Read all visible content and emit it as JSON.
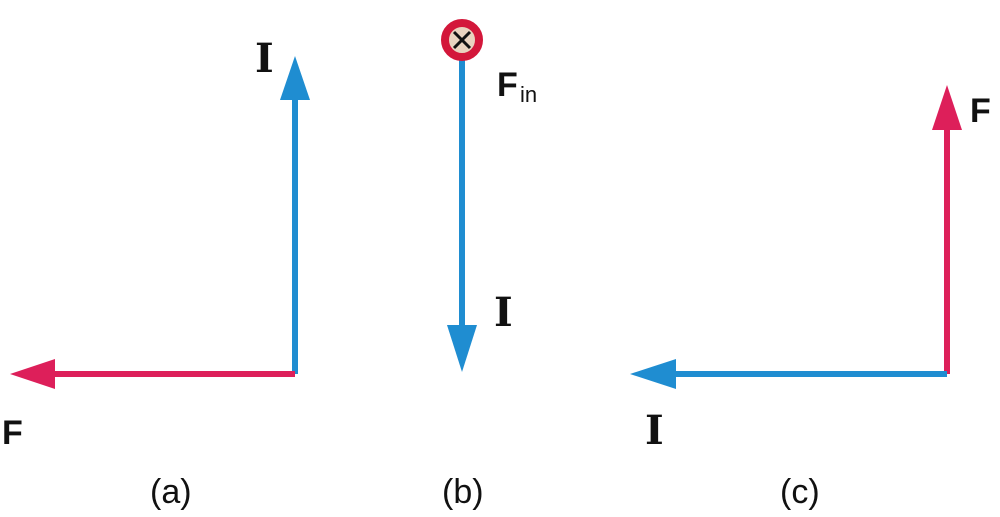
{
  "colors": {
    "current": "#1f8dd1",
    "force": "#dd1f5a",
    "into_page_fill": "#e9d3bf",
    "into_page_ring": "#d3173a",
    "text": "#111111"
  },
  "panels": {
    "a": {
      "caption": "(a)",
      "current_label": "I",
      "force_label": "F"
    },
    "b": {
      "caption": "(b)",
      "current_label": "I",
      "force_label": "F",
      "force_subscript": "in"
    },
    "c": {
      "caption": "(c)",
      "current_label": "I",
      "force_label": "F"
    }
  }
}
